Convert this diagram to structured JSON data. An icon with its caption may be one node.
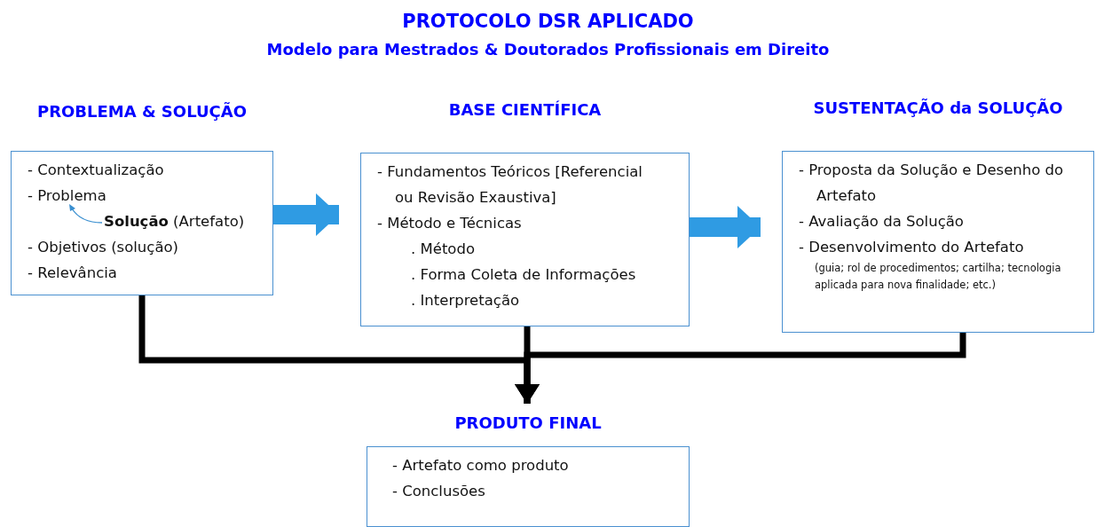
{
  "diagram": {
    "title": "PROTOCOLO DSR APLICADO",
    "nodes": [
      {
        "text": [
          "PROBLEMA & SOLUÇÃO",
          "- Contextualização",
          "- Problema",
          "**Solução** (Artefato)",
          "- Objetivos (solução)",
          "- Relevância"
        ]
      },
      {
        "text": [
          "BASE CIENTÍFICA",
          "- Fundamentos Teóricos [Referencial ou Revisão Exaustiva]",
          "- Método e Técnicas",
          ". Método",
          ". Forma Coleta de Informações",
          ". Interpretação"
        ]
      },
      {
        "text": [
          "SUSTENTAÇÃO da SOLUÇÃO",
          "- Proposta da Solução e Desenho do Artefato",
          "- Avaliação da Solução",
          "- Desenvolvimento do Artefato",
          "(guia; rol de procedimentos; cartilha; tecnologia aplicada para nova finalidade; etc.)"
        ]
      },
      {
        "text": [
          "PRODUTO FINAL",
          "- Artefato como produto",
          "- Conclusões"
        ]
      }
    ],
    "edges": [
      {
        "from": 0,
        "to": 1,
        "arrow": "to",
        "style": "thick",
        "color": "#2f9be3"
      },
      {
        "from": 1,
        "to": 2,
        "arrow": "to",
        "style": "thick",
        "color": "#2f9be3"
      },
      {
        "from": 0,
        "to": 3,
        "arrow": "to"
      },
      {
        "from": 1,
        "to": 3,
        "arrow": "to"
      },
      {
        "from": 2,
        "to": 3,
        "arrow": "to"
      }
    ],
    "labels": [
      "Modelo para Mestrados & Doutorados Profissionais em Direito"
    ]
  }
}
